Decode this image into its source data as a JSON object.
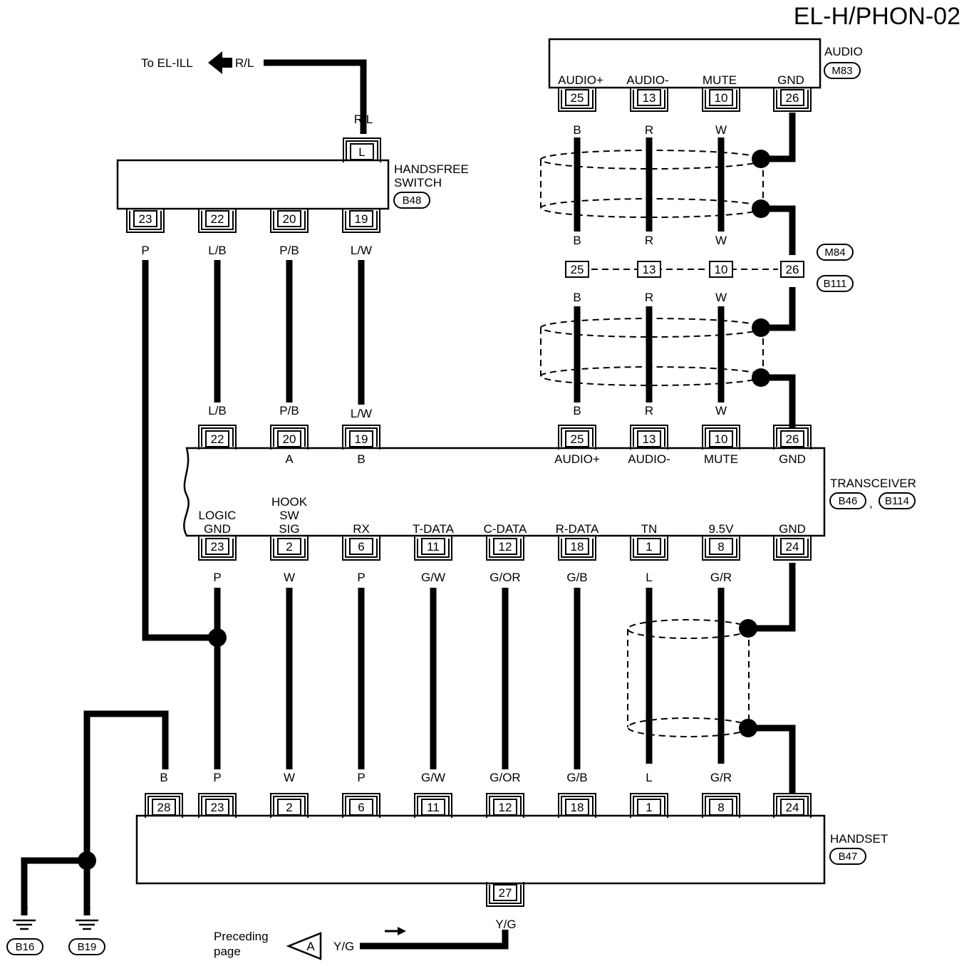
{
  "title": "EL-H/PHON-02",
  "to_ill": {
    "text": "To EL-ILL",
    "wire": "R/L"
  },
  "audio": {
    "name": "AUDIO",
    "ref": "M83",
    "pins": [
      "25",
      "13",
      "10",
      "26"
    ],
    "signals": [
      "AUDIO+",
      "AUDIO-",
      "MUTE",
      "GND"
    ],
    "wires": [
      "B",
      "R",
      "W"
    ]
  },
  "mid_connector": {
    "refs": [
      "M84",
      "B111"
    ],
    "pins": [
      "25",
      "13",
      "10",
      "26"
    ],
    "wires": [
      "B",
      "R",
      "W"
    ]
  },
  "handsfree": {
    "name_line1": "HANDSFREE",
    "name_line2": "SWITCH",
    "ref": "B48",
    "top_pin": "L",
    "top_wire": "R/L",
    "pins": [
      "23",
      "22",
      "20",
      "19"
    ],
    "wires": [
      "P",
      "L/B",
      "P/B",
      "L/W"
    ]
  },
  "transceiver": {
    "name": "TRANSCEIVER",
    "refs": [
      "B46",
      "B114"
    ],
    "ref_sep": ",",
    "top_pins": [
      "22",
      "20",
      "19",
      "25",
      "13",
      "10",
      "26"
    ],
    "top_wires": [
      "L/B",
      "P/B",
      "L/W",
      "B",
      "R",
      "W"
    ],
    "top_signals": [
      "A",
      "B",
      "AUDIO+",
      "AUDIO-",
      "MUTE",
      "GND"
    ],
    "logic_gnd": [
      "LOGIC",
      "GND"
    ],
    "hook_sw_sig": [
      "HOOK",
      "SW",
      "SIG"
    ],
    "bottom_signals": [
      "RX",
      "T-DATA",
      "C-DATA",
      "R-DATA",
      "TN",
      "9.5V",
      "GND"
    ],
    "bottom_pins": [
      "23",
      "2",
      "6",
      "11",
      "12",
      "18",
      "1",
      "8",
      "24"
    ],
    "bottom_wires": [
      "P",
      "W",
      "P",
      "G/W",
      "G/OR",
      "G/B",
      "L",
      "G/R"
    ]
  },
  "handset": {
    "name": "HANDSET",
    "ref": "B47",
    "top_pins": [
      "28",
      "23",
      "2",
      "6",
      "11",
      "12",
      "18",
      "1",
      "8",
      "24"
    ],
    "top_wires": [
      "B",
      "P",
      "W",
      "P",
      "G/W",
      "G/OR",
      "G/B",
      "L",
      "G/R"
    ],
    "bottom_pin": "27",
    "bottom_wire": "Y/G"
  },
  "grounds": [
    {
      "wire": "B",
      "ref": "B16"
    },
    {
      "wire": "B",
      "ref": "B19"
    }
  ],
  "preceding": {
    "line1": "Preceding",
    "line2": "page",
    "marker": "A",
    "wire": "Y/G"
  }
}
